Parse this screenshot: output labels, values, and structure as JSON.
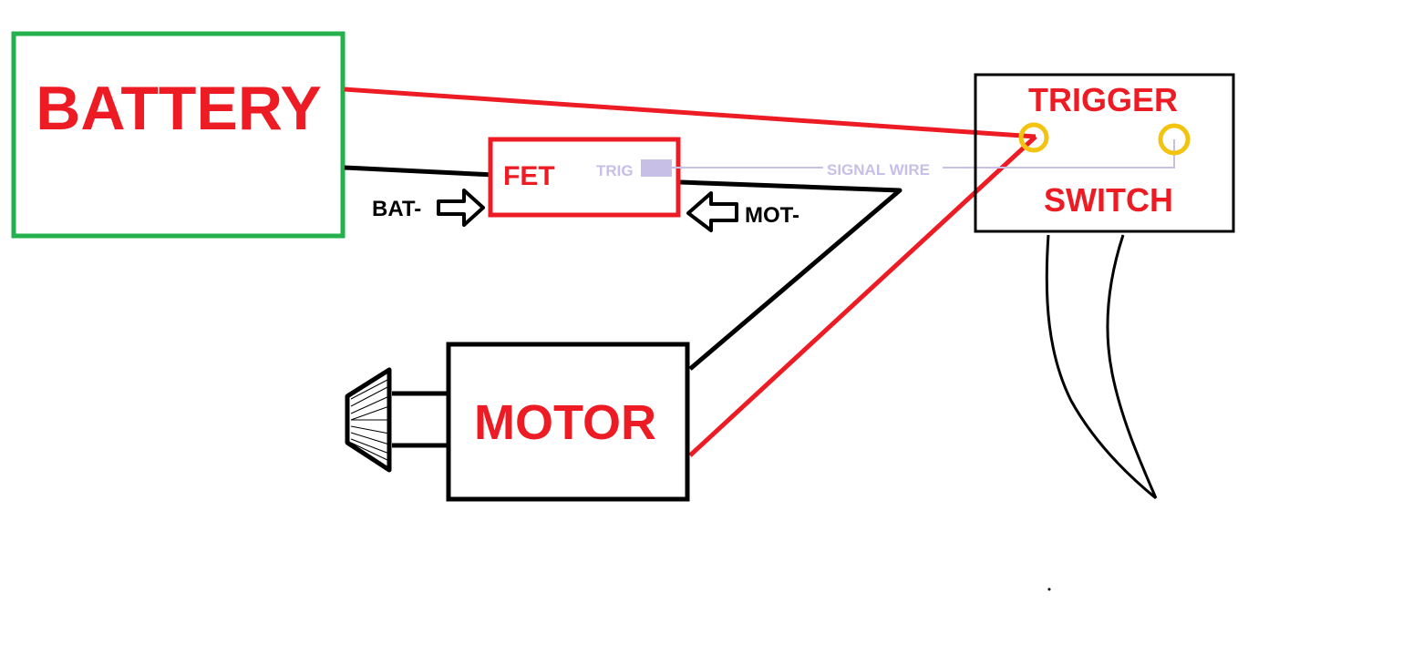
{
  "labels": {
    "battery": "BATTERY",
    "fet": "FET",
    "trig": "TRIG",
    "signal_wire": "SIGNAL WIRE",
    "trigger": "TRIGGER",
    "switch": "SWITCH",
    "motor": "MOTOR",
    "bat_minus": "BAT-",
    "mot_minus": "MOT-"
  },
  "colors": {
    "red": "#ed1c24",
    "green": "#22b14c",
    "black": "#000000",
    "gold": "#f2c40f",
    "lavender": "#c8bfe7"
  }
}
